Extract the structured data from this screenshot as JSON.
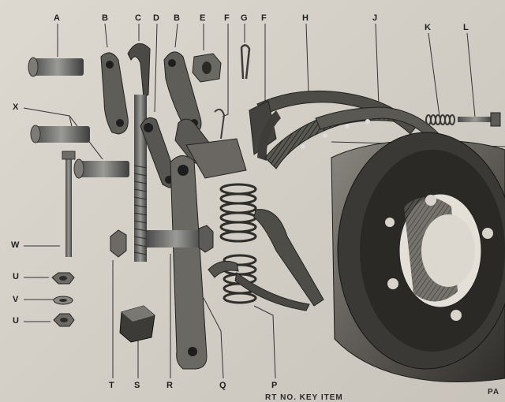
{
  "labels": {
    "A": "A",
    "B": "B",
    "C": "C",
    "D": "D",
    "B2": "B",
    "E": "E",
    "F": "F",
    "G": "G",
    "F2": "F",
    "H": "H",
    "J": "J",
    "K": "K",
    "L": "L",
    "X": "X",
    "W": "W",
    "U": "U",
    "V": "V",
    "U2": "U",
    "T": "T",
    "S": "S",
    "R": "R",
    "Q": "Q",
    "P": "P"
  },
  "footer": {
    "columns": "RT NO.  KEY  ITEM",
    "corner": "PA"
  }
}
